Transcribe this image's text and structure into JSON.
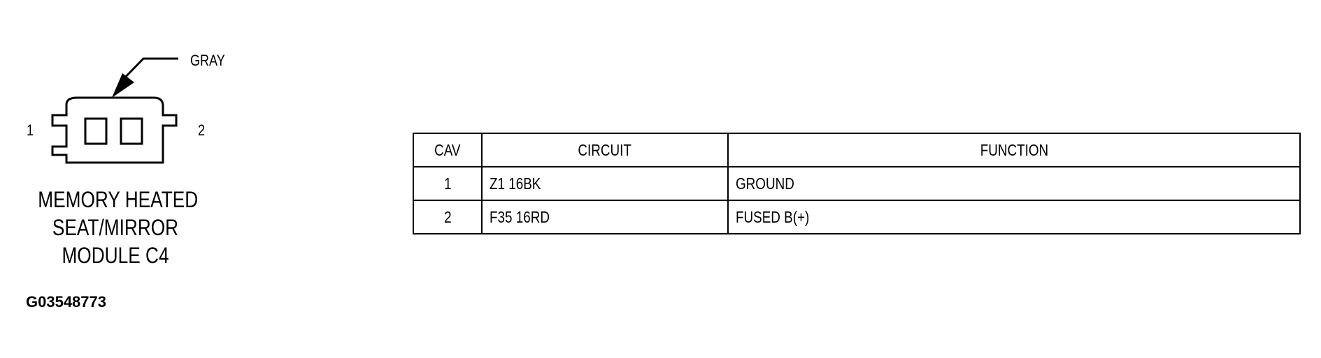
{
  "connector": {
    "color_label": "GRAY",
    "pin_labels": [
      "1",
      "2"
    ],
    "title_lines": [
      "MEMORY HEATED",
      "SEAT/MIRROR",
      "MODULE C4"
    ]
  },
  "figure_id": "G03548773",
  "table": {
    "headers": [
      "CAV",
      "CIRCUIT",
      "FUNCTION"
    ],
    "rows": [
      [
        "1",
        "Z1 16BK",
        "GROUND"
      ],
      [
        "2",
        "F35 16RD",
        "FUSED B(+)"
      ]
    ]
  }
}
